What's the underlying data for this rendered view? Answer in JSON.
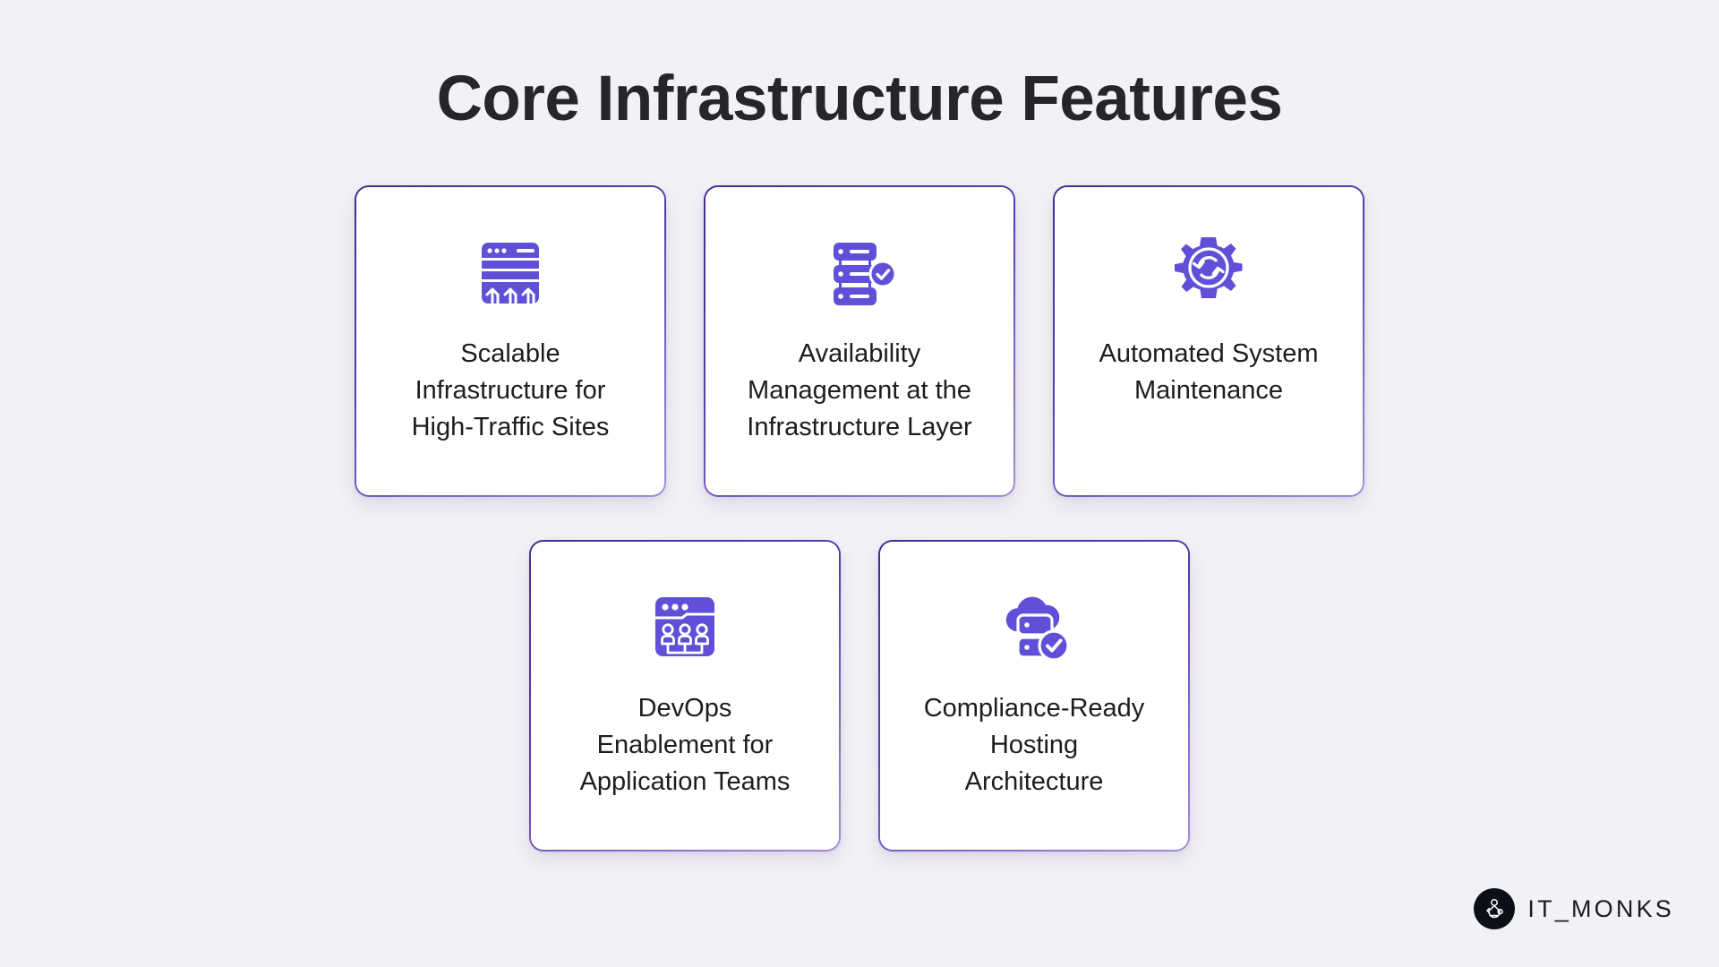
{
  "page": {
    "title": "Core Infrastructure Features",
    "background_color": "#f1f2f6",
    "title_color": "#24262b",
    "accent_color": "#6050d8",
    "card_border_gradient_from": "#462c8e",
    "card_border_gradient_to": "#a78ddb",
    "card_background": "#ffffff"
  },
  "rows": [
    {
      "cards": [
        {
          "icon": "scaling-server-window-arrows-icon",
          "label": "Scalable\nInfrastructure for\nHigh-Traffic Sites"
        },
        {
          "icon": "server-stack-check-icon",
          "label": "Availability\nManagement at the\nInfrastructure Layer"
        },
        {
          "icon": "gear-sync-icon",
          "label": "Automated System\nMaintenance"
        }
      ]
    },
    {
      "cards": [
        {
          "icon": "browser-team-users-icon",
          "label": "DevOps\nEnablement for\nApplication Teams"
        },
        {
          "icon": "cloud-server-check-icon",
          "label": "Compliance-Ready\nHosting\nArchitecture"
        }
      ]
    }
  ],
  "logo": {
    "text": "IT_MONKS",
    "mark": "monk-meditating-icon",
    "mark_background": "#0d0f17"
  }
}
